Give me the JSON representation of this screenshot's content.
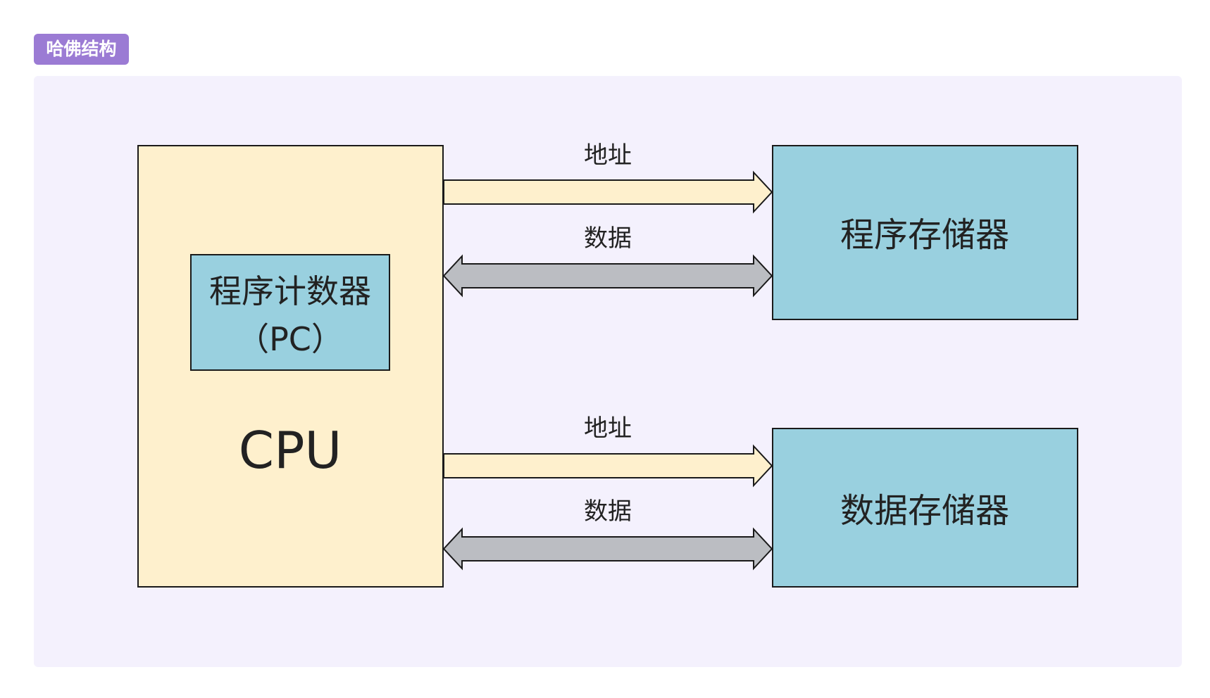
{
  "section_tag": "哈佛结构",
  "cpu": {
    "label": "CPU",
    "program_counter": {
      "line1": "程序计数器",
      "line2": "（PC）"
    }
  },
  "program_memory": {
    "label": "程序存储器",
    "address_bus_label": "地址",
    "data_bus_label": "数据"
  },
  "data_memory": {
    "label": "数据存储器",
    "address_bus_label": "地址",
    "data_bus_label": "数据"
  },
  "colors": {
    "tag_bg": "#9b7bd4",
    "panel_bg": "#f4f1fd",
    "cpu_fill": "#fef0cd",
    "memory_fill": "#99d0df",
    "address_arrow_fill": "#fef0cd",
    "data_arrow_fill": "#bbbdc2"
  }
}
